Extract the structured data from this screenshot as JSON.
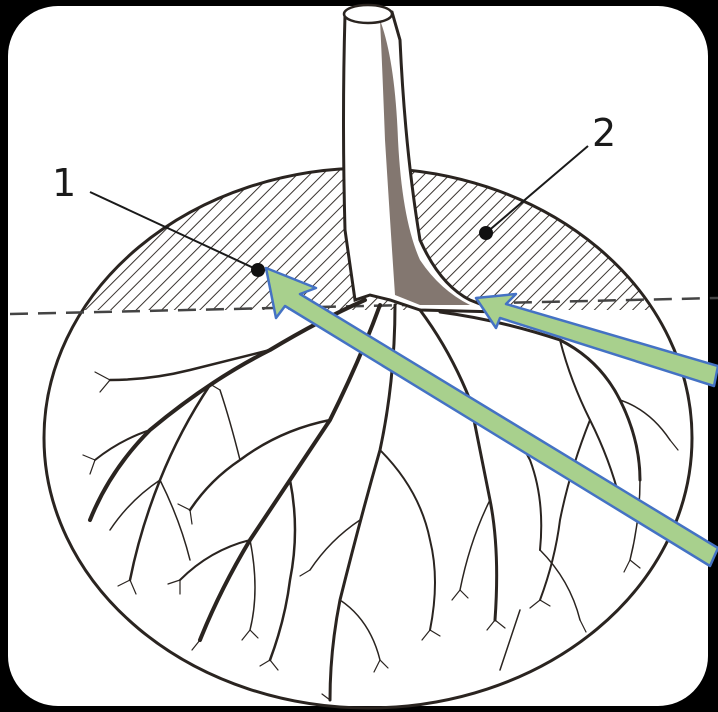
{
  "figure": {
    "labels": [
      {
        "id": "label-1",
        "text": "1"
      },
      {
        "id": "label-2",
        "text": "2"
      }
    ],
    "colors": {
      "background": "#000000",
      "panel": "#ffffff",
      "ink": "#2a2420",
      "arrow_fill": "#a8d08d",
      "arrow_stroke": "#4472c4",
      "hatch": "#3a3430"
    },
    "icons": [
      "arrow-pointer-1",
      "arrow-pointer-2"
    ]
  }
}
